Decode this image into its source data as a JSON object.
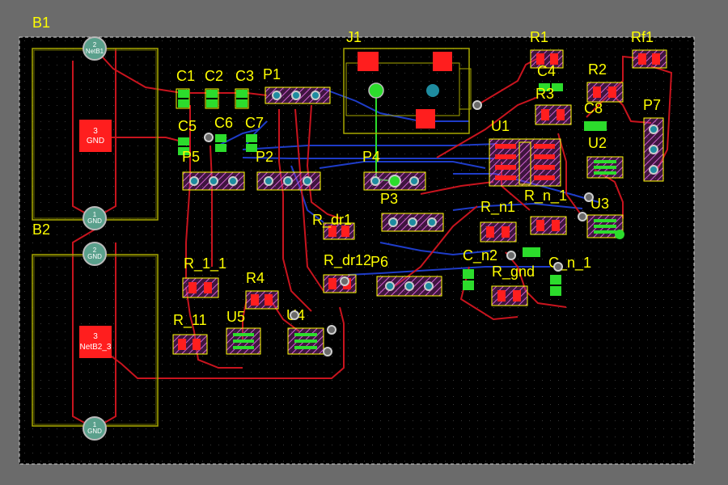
{
  "colors": {
    "board": "#000000",
    "background": "#6b6b6b",
    "outline": "#a8a800",
    "top_trace": "#c8141e",
    "bottom_trace": "#1e3cc8",
    "silkscreen": "#ffff00",
    "pad": "#ff1e1e",
    "smd_pad": "#2cdc2c",
    "highlight": "#b43cb4",
    "via": "#c8c8c8"
  },
  "components": {
    "B1": "B1",
    "B2": "B2",
    "J1": "J1",
    "R1": "R1",
    "Rf1": "Rf1",
    "C1": "C1",
    "C2": "C2",
    "C3": "C3",
    "P1": "P1",
    "C4": "C4",
    "R2": "R2",
    "R3": "R3",
    "C8": "C8",
    "C5": "C5",
    "C6": "C6",
    "C7": "C7",
    "P7": "P7",
    "U1": "U1",
    "U2": "U2",
    "P5": "P5",
    "P2": "P2",
    "P4": "P4",
    "P3": "P3",
    "R_n_1": "R_n_1",
    "R_n1": "R_n1",
    "U3": "U3",
    "R_dr1": "R_dr1",
    "R_dr12": "R_dr12",
    "P6": "P6",
    "C_n2": "C_n2",
    "C_n_1": "C_n_1",
    "R_gnd": "R_gnd",
    "R_1_1": "R_1_1",
    "R4": "R4",
    "R_11": "R_11",
    "U5": "U5",
    "U4": "U4"
  },
  "pads": {
    "b1_top_num": "2",
    "b1_top_net": "NetB1",
    "b1_mid_num": "3",
    "b1_mid_net": "GND",
    "b1_bot_num": "1",
    "b1_bot_net": "GND",
    "b2_top_num": "2",
    "b2_top_net": "GND",
    "b2_mid_num": "3",
    "b2_mid_net": "NetB2_3",
    "b2_bot_num": "1",
    "b2_bot_net": "GND"
  }
}
